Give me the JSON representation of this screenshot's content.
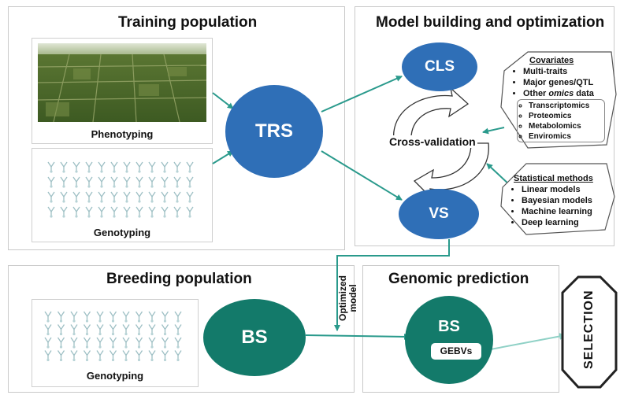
{
  "training": {
    "title": "Training population",
    "phenotyping_label": "Phenotyping",
    "genotyping_label": "Genotyping",
    "trs_label": "TRS"
  },
  "model": {
    "title": "Model building and optimization",
    "cls_label": "CLS",
    "vs_label": "VS",
    "cv_label": "Cross-validation",
    "covariates": {
      "header": "Covariates",
      "items": [
        "Multi-traits",
        "Major genes/QTL"
      ],
      "omics_prefix": "Other ",
      "omics_italic": "omics",
      "omics_suffix": " data",
      "omics_items": [
        "Transcriptomics",
        "Proteomics",
        "Metabolomics",
        "Enviromics"
      ]
    },
    "methods": {
      "header": "Statistical methods",
      "items": [
        "Linear models",
        "Bayesian models",
        "Machine learning",
        "Deep learning"
      ]
    }
  },
  "connector_label_line1": "Optimized",
  "connector_label_line2": "model",
  "breeding": {
    "title": "Breeding population",
    "genotyping_label": "Genotyping",
    "bs_label": "BS"
  },
  "prediction": {
    "title": "Genomic prediction",
    "bs_label": "BS",
    "gebv_label": "GEBVs"
  },
  "selection_label": "SELECTION",
  "colors": {
    "blue": "#2f6fb7",
    "teal": "#137a6a",
    "arrow_teal": "#2a9a8c",
    "border": "#c9c9c9"
  }
}
